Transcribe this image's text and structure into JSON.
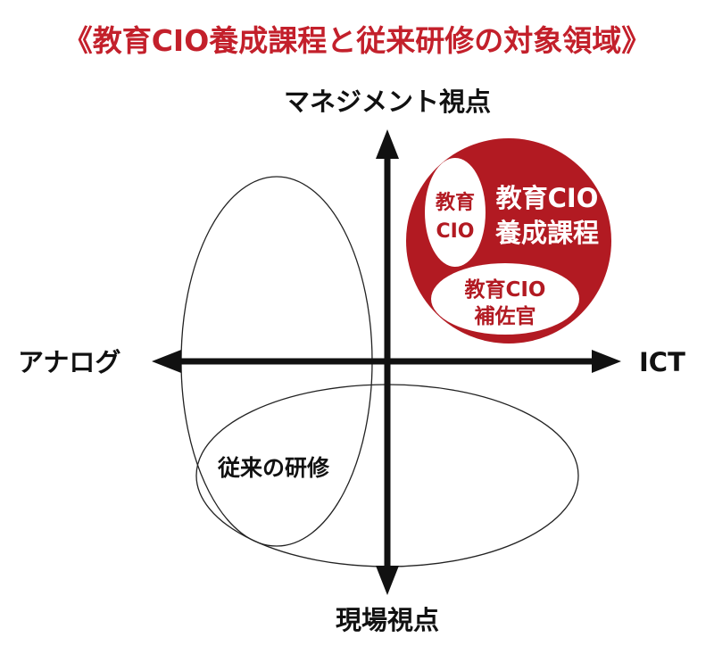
{
  "title": "《教育CIO養成課程と従来研修の対象領域》",
  "axes": {
    "top": "マネジメント視点",
    "bottom": "現場視点",
    "left": "アナログ",
    "right": "ICT"
  },
  "regions": {
    "conventional_training": "従来の研修",
    "cio_program": {
      "line1": "教育CIO",
      "line2": "養成課程"
    },
    "cio": {
      "line1": "教育",
      "line2": "CIO"
    },
    "cio_assistant": {
      "line1": "教育CIO",
      "line2": "補佐官"
    }
  },
  "colors": {
    "title": "#c3202b",
    "accent": "#b21a22",
    "axis": "#111111",
    "outline": "#222222",
    "inner_fill": "#ffffff"
  }
}
